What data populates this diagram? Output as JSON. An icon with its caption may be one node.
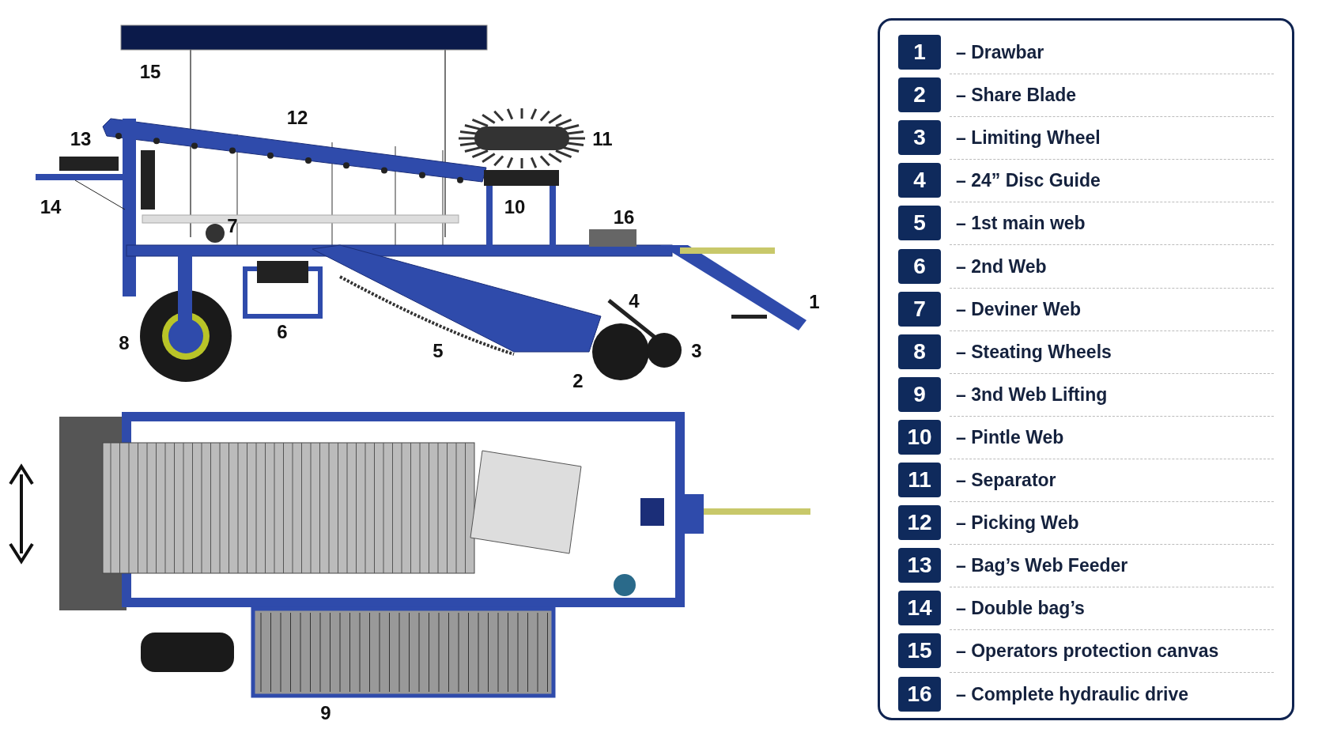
{
  "diagram": {
    "labels": [
      "15",
      "13",
      "12",
      "11",
      "14",
      "10",
      "16",
      "7",
      "4",
      "1",
      "6",
      "8",
      "5",
      "3",
      "2",
      "9",
      "1",
      "– Drawbar",
      "2",
      "– Share Blade",
      "3",
      "– Limiting Wheel",
      "4",
      "– 24” Disc Guide",
      "5",
      "– 1st main web",
      "6",
      "– 2nd Web",
      "7",
      "– Deviner Web",
      "8",
      "– Steating Wheels",
      "9",
      "– 3nd Web Lifting",
      "10",
      "– Pintle Web",
      "11",
      "– Separator",
      "12",
      "– Picking Web",
      "13",
      "– Bag’s Web Feeder",
      "14",
      "– Double bag’s",
      "15",
      "– Operators protection canvas",
      "16",
      "– Complete hydraulic drive"
    ]
  }
}
